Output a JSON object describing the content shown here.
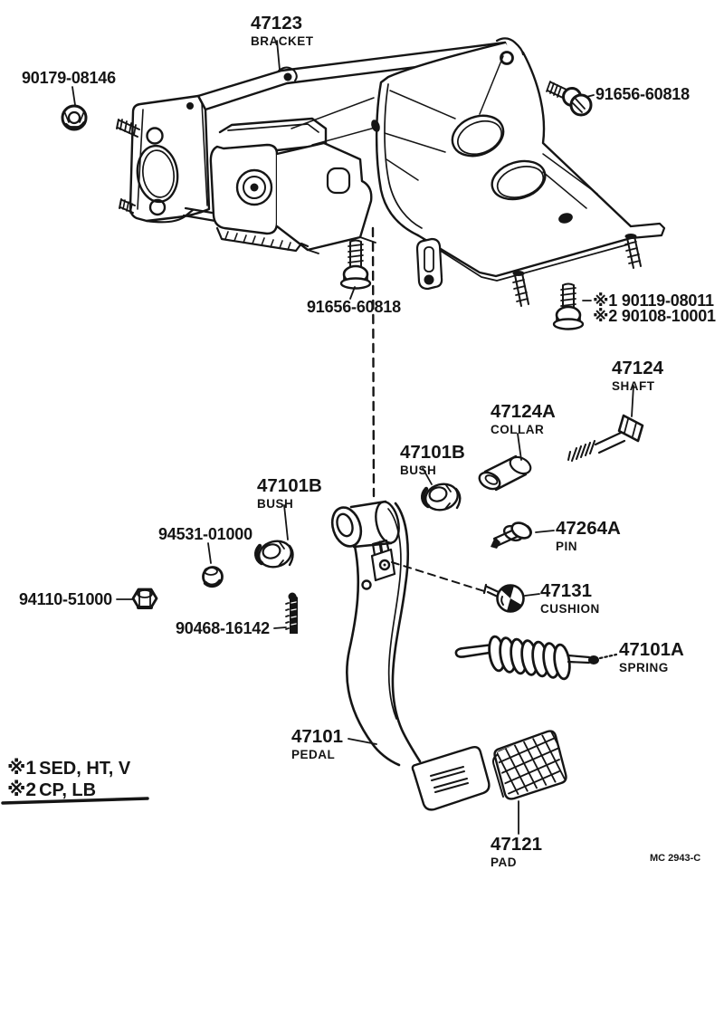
{
  "meta": {
    "figure_type": "exploded-parts-diagram",
    "subject": "pedal-and-bracket-assembly",
    "footer_code": "MC 2943-C",
    "ink_color": "#151515",
    "background_color": "#ffffff"
  },
  "labels": {
    "bracket": {
      "num": "47123",
      "name": "BRACKET"
    },
    "nut_90179": {
      "num": "90179-08146"
    },
    "bolt_91656_top": {
      "num": "91656-60818"
    },
    "bolt_91656_mid": {
      "num": "91656-60818"
    },
    "bolt_variant_1": {
      "num": "※1 90119-08011"
    },
    "bolt_variant_2": {
      "num": "※2 90108-10001"
    },
    "shaft": {
      "num": "47124",
      "name": "SHAFT"
    },
    "collar": {
      "num": "47124A",
      "name": "COLLAR"
    },
    "bush_upper": {
      "num": "47101B",
      "name": "BUSH"
    },
    "bush_lower": {
      "num": "47101B",
      "name": "BUSH"
    },
    "nut_94531": {
      "num": "94531-01000"
    },
    "nut_94110": {
      "num": "94110-51000"
    },
    "pin_90468": {
      "num": "90468-16142"
    },
    "pin": {
      "num": "47264A",
      "name": "PIN"
    },
    "cushion": {
      "num": "47131",
      "name": "CUSHION"
    },
    "spring": {
      "num": "47101A",
      "name": "SPRING"
    },
    "pedal": {
      "num": "47101",
      "name": "PEDAL"
    },
    "pad": {
      "num": "47121",
      "name": "PAD"
    }
  },
  "notes": [
    {
      "symbol": "※1",
      "text": "SED, HT, V"
    },
    {
      "symbol": "※2",
      "text": "CP, LB"
    }
  ]
}
